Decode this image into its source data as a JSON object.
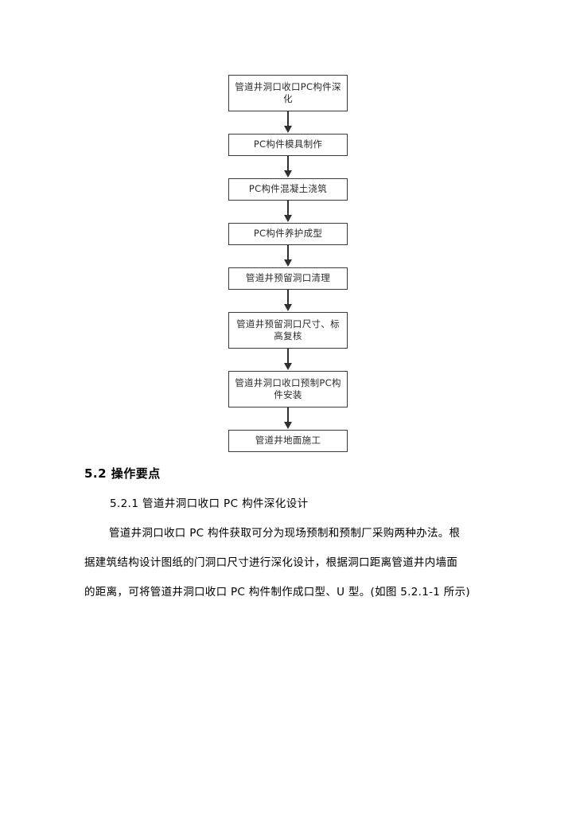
{
  "document": {
    "page_background": "#ffffff",
    "flowchart": {
      "border_color": "#3a3a3a",
      "arrow_color": "#2f2f2f",
      "nodes": [
        {
          "id": "node-1",
          "label": "管道井洞口收口PC构件深化",
          "lines": 2
        },
        {
          "id": "node-2",
          "label": "PC构件模具制作",
          "lines": 1
        },
        {
          "id": "node-3",
          "label": "PC构件混凝土浇筑",
          "lines": 1
        },
        {
          "id": "node-4",
          "label": "PC构件养护成型",
          "lines": 1
        },
        {
          "id": "node-5",
          "label": "管道井预留洞口清理",
          "lines": 1
        },
        {
          "id": "node-6",
          "label": "管道井预留洞口尺寸、标高复核",
          "lines": 2
        },
        {
          "id": "node-7",
          "label": "管道井洞口收口预制PC构件安装",
          "lines": 2
        },
        {
          "id": "node-8",
          "label": "管道井地面施工",
          "lines": 1
        }
      ]
    },
    "heading": "5.2 操作要点",
    "subheading": "5.2.1 管道井洞口收口 PC 构件深化设计",
    "paragraph_lines": [
      "管道井洞口收口 PC 构件获取可分为现场预制和预制厂采购两种办法。根",
      "据建筑结构设计图纸的门洞口尺寸进行深化设计，根据洞口距离管道井内墙面",
      "的距离，可将管道井洞口收口 PC 构件制作成口型、U 型。(如图 5.2.1-1 所示)"
    ]
  }
}
